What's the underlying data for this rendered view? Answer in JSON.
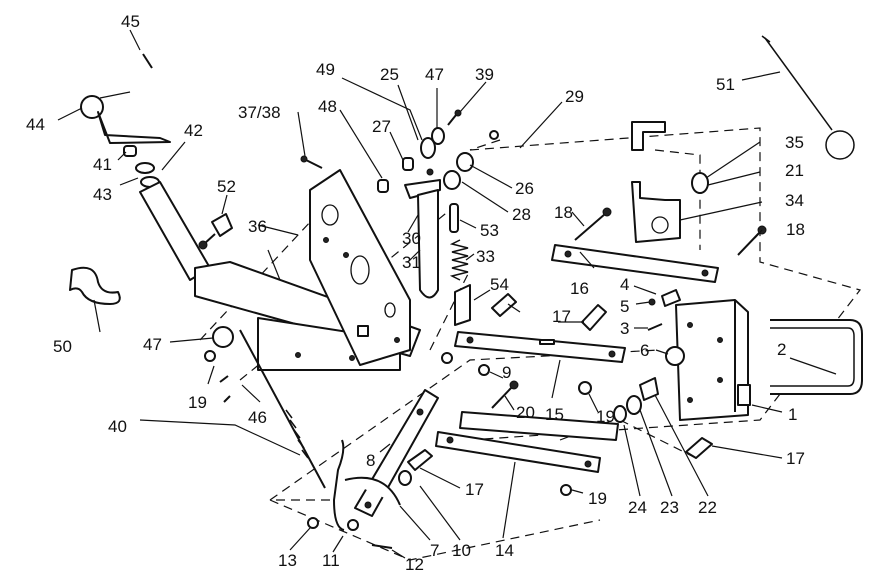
{
  "callouts": {
    "c45": "45",
    "c44": "44",
    "c42": "42",
    "c41": "41",
    "c43": "43",
    "c52": "52",
    "c49": "49",
    "c25": "25",
    "c47a": "47",
    "c39": "39",
    "c29": "29",
    "c51": "51",
    "c37_38": "37/38",
    "c48": "48",
    "c27": "27",
    "c35": "35",
    "c21": "21",
    "c26": "26",
    "c34": "34",
    "c28": "28",
    "c18a": "18",
    "c18b": "18",
    "c36": "36",
    "c30": "30",
    "c53": "53",
    "c31": "31",
    "c33": "33",
    "c16": "16",
    "c4": "4",
    "c5": "5",
    "c3": "3",
    "c54": "54",
    "c17a": "17",
    "c50": "50",
    "c47b": "47",
    "c6": "6",
    "c2": "2",
    "c9": "9",
    "c19a": "19",
    "c20": "20",
    "c15": "15",
    "c19b": "19",
    "c1": "1",
    "c40": "40",
    "c46": "46",
    "c8": "8",
    "c17b": "17",
    "c17c": "17",
    "c19c": "19",
    "c24": "24",
    "c23": "23",
    "c22": "22",
    "c13": "13",
    "c11": "11",
    "c12": "12",
    "c7": "7",
    "c10": "10",
    "c14": "14"
  }
}
